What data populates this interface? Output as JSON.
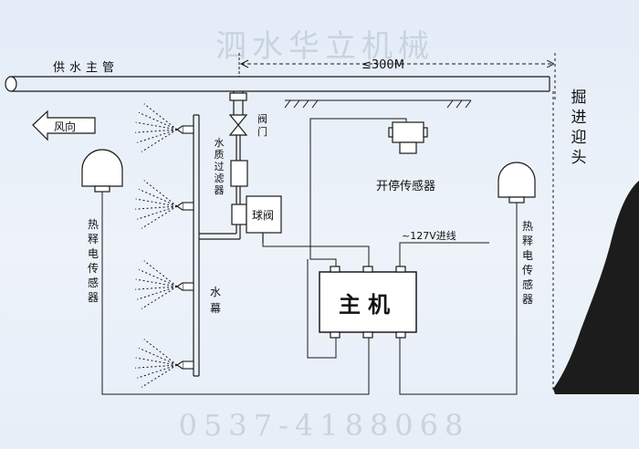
{
  "watermark_top": "泗水华立机械",
  "watermark_bottom": "0537-4188068",
  "labels": {
    "main_pipe": "供水主管",
    "distance": "≤300M",
    "tunnel_face": "掘进迎头",
    "wind": "风向",
    "valve": "阀门",
    "filter": "水质过滤器",
    "ball_valve": "球阀",
    "switch_sensor": "开停传感器",
    "power": "~127V进线",
    "host": "主机",
    "water_curtain": "水幕",
    "pir_left": "热释电传感器",
    "pir_right": "热释电传感器"
  },
  "colors": {
    "line": "#1a1a1a",
    "fill_white": "#ffffff",
    "tunnel": "#1c1c1c"
  }
}
